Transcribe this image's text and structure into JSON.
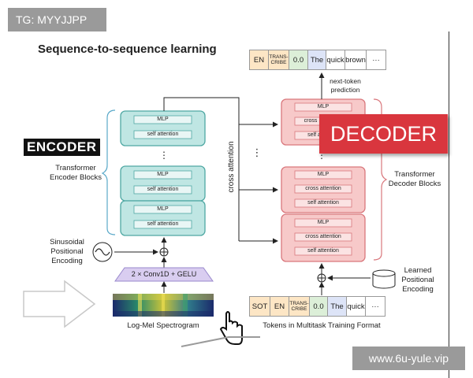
{
  "watermarks": {
    "top": "TG: MYYJJPP",
    "bottom": "www.6u-yule.vip"
  },
  "title": "Sequence-to-sequence learning",
  "encoder": {
    "overlay_label": "ENCODER",
    "blocks_caption_line1": "Transformer",
    "blocks_caption_line2": "Encoder Blocks",
    "mlp_label": "MLP",
    "self_attention_label": "self attention",
    "dots": "⋮",
    "conv_label": "2 × Conv1D + GELU",
    "spectrogram_caption": "Log-Mel Spectrogram",
    "pos_enc_line1": "Sinusoidal",
    "pos_enc_line2": "Positional",
    "pos_enc_line3": "Encoding",
    "plus_symbol": "⊕"
  },
  "decoder": {
    "overlay_label": "DECODER",
    "blocks_caption_line1": "Transformer",
    "blocks_caption_line2": "Decoder Blocks",
    "mlp_label": "MLP",
    "cross_attention_label": "cross attention",
    "cross_attention_partial": "cross",
    "self_attention_label": "self attention",
    "dots": "⋮",
    "next_token_line1": "next-token",
    "next_token_line2": "prediction",
    "pos_enc_line1": "Learned",
    "pos_enc_line2": "Positional",
    "pos_enc_line3": "Encoding",
    "tokens_caption": "Tokens in Multitask Training Format",
    "plus_symbol": "⊕"
  },
  "cross_attention_label": "cross attention",
  "dots_horizontal": "⋮",
  "output_tokens": [
    {
      "text": "EN",
      "color": "orange"
    },
    {
      "text": "TRANS-\nCRIBE",
      "color": "orange",
      "small": true
    },
    {
      "text": "0.0",
      "color": "green"
    },
    {
      "text": "The",
      "color": "blue"
    },
    {
      "text": "quick",
      "color": "white"
    },
    {
      "text": "brown",
      "color": "white"
    },
    {
      "text": "···",
      "color": "white"
    }
  ],
  "input_tokens": [
    {
      "text": "SOT",
      "color": "orange"
    },
    {
      "text": "EN",
      "color": "orange"
    },
    {
      "text": "TRANS-\nCRIBE",
      "color": "orange",
      "small": true
    },
    {
      "text": "0.0",
      "color": "green"
    },
    {
      "text": "The",
      "color": "blue"
    },
    {
      "text": "quick",
      "color": "white"
    },
    {
      "text": "···",
      "color": "white"
    }
  ],
  "colors": {
    "encoder_fill": "#bfe6e3",
    "encoder_stroke": "#4fa8a3",
    "decoder_fill": "#f7c9c9",
    "decoder_stroke": "#d9777c",
    "decoder_label_bg": "#d9363e",
    "conv_fill": "#d9cdf0"
  }
}
